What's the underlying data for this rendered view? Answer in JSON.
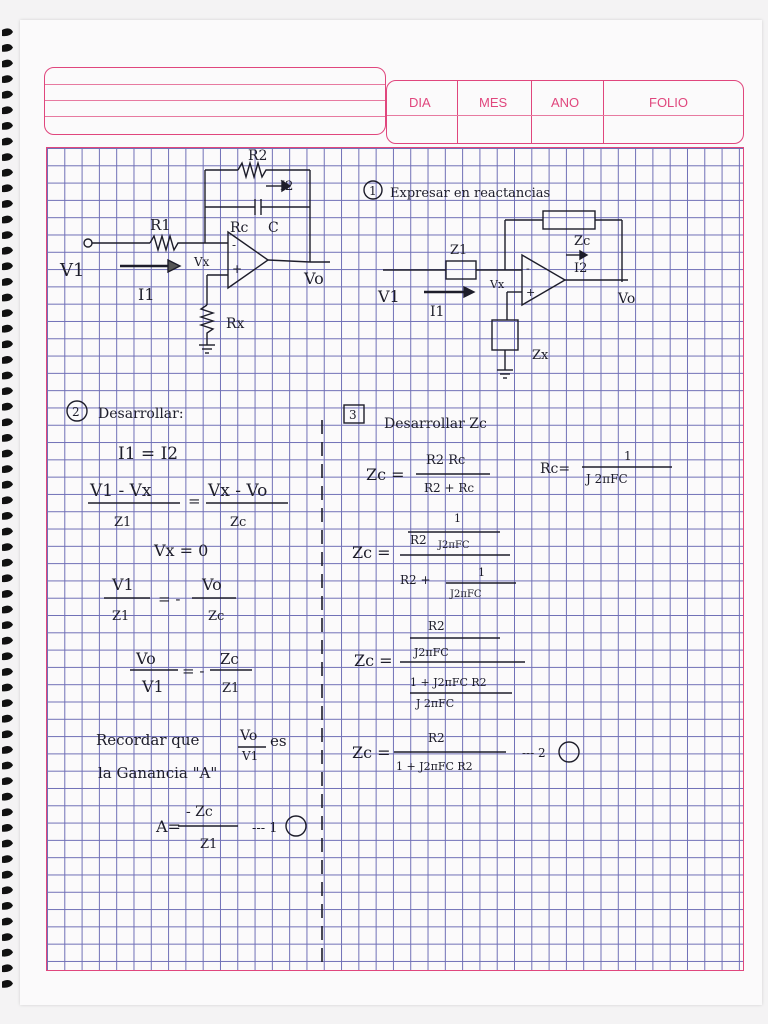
{
  "header": {
    "dia_label": "DIA",
    "mes_label": "MES",
    "ano_label": "ANO",
    "folio_label": "FOLIO"
  },
  "section1": {
    "heading_num": "1",
    "heading": "Expresar en reactancias",
    "circuit1": {
      "r2": "R2",
      "i2": "I2",
      "rc": "Rc",
      "c": "C",
      "r1": "R1",
      "v1": "V1",
      "i1": "I1",
      "vx": "Vx",
      "vo": "Vo",
      "rx": "Rx",
      "minus": "-",
      "plus": "+"
    },
    "circuit2": {
      "z1": "Z1",
      "zc": "Zc",
      "i2": "I2",
      "v1": "V1",
      "i1": "I1",
      "vx": "Vx",
      "vo": "Vo",
      "zx": "Zx",
      "minus": "-",
      "plus": "+"
    }
  },
  "section2": {
    "heading_num": "2",
    "heading": "Desarrollar:",
    "eq1": "I1 = I2",
    "eq2_lhs_num": "V1 - Vx",
    "eq2_lhs_den": "Z1",
    "eq2_rhs_num": "Vx - Vo",
    "eq2_rhs_den": "Zc",
    "eq3": "Vx = 0",
    "eq4_lhs_num": "V1",
    "eq4_lhs_den": "Z1",
    "eq4_rhs": "= - ",
    "eq4_rhs_num": "Vo",
    "eq4_rhs_den": "Zc",
    "eq5_lhs_num": "Vo",
    "eq5_lhs_den": "V1",
    "eq5_rhs": "= -",
    "eq5_rhs_num": "Zc",
    "eq5_rhs_den": "Z1",
    "recall_1": "Recordar que",
    "recall_frac_num": "Vo",
    "recall_frac_den": "V1",
    "recall_2": "es",
    "recall_3": "la Ganancia \"A\"",
    "eqA_lhs": "A=",
    "eqA_num": "- Zc",
    "eqA_den": "Z1",
    "eqA_ref": "--- 1"
  },
  "section3": {
    "heading_num": "3",
    "heading": "Desarrollar Zc",
    "zc_lhs": "Zc =",
    "f1_num": "R2 Rc",
    "f1_den": "R2 + Rc",
    "rc_lhs": "Rc=",
    "rc_num": "1",
    "rc_den": "J 2πFC",
    "f2_num_a": "R2",
    "f2_num_b_num": "1",
    "f2_num_b_den": "J2πFC",
    "f2_den_a": "R2 +",
    "f2_den_b_num": "1",
    "f2_den_b_den": "J2πFC",
    "f3_num_num": "R2",
    "f3_num_den": "J2πFC",
    "f3_den_num": "1 + J2πFC R2",
    "f3_den_den": "J 2πFC",
    "f4_num": "R2",
    "f4_den": "1 + J2πFC R2",
    "f4_ref": "--- 2"
  }
}
